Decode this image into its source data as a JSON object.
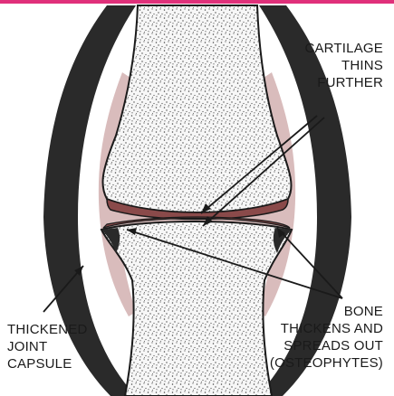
{
  "colors": {
    "top_band": "#e0307a",
    "capsule": "#2a2a2a",
    "bone_fill": "#f7f7f7",
    "stipple": "#4a4a4a",
    "synovial": "#d9bcbc",
    "cartilage": "#8a4a4a",
    "outline": "#1a1a1a"
  },
  "labels": {
    "cartilage": [
      "CARTILAGE",
      "THINS",
      "FURTHER"
    ],
    "capsule": [
      "THICKENED",
      "JOINT",
      "CAPSULE"
    ],
    "bone": [
      "BONE",
      "THICKENS AND",
      "SPREADS OUT",
      "(OSTEOPHYTES)"
    ]
  }
}
